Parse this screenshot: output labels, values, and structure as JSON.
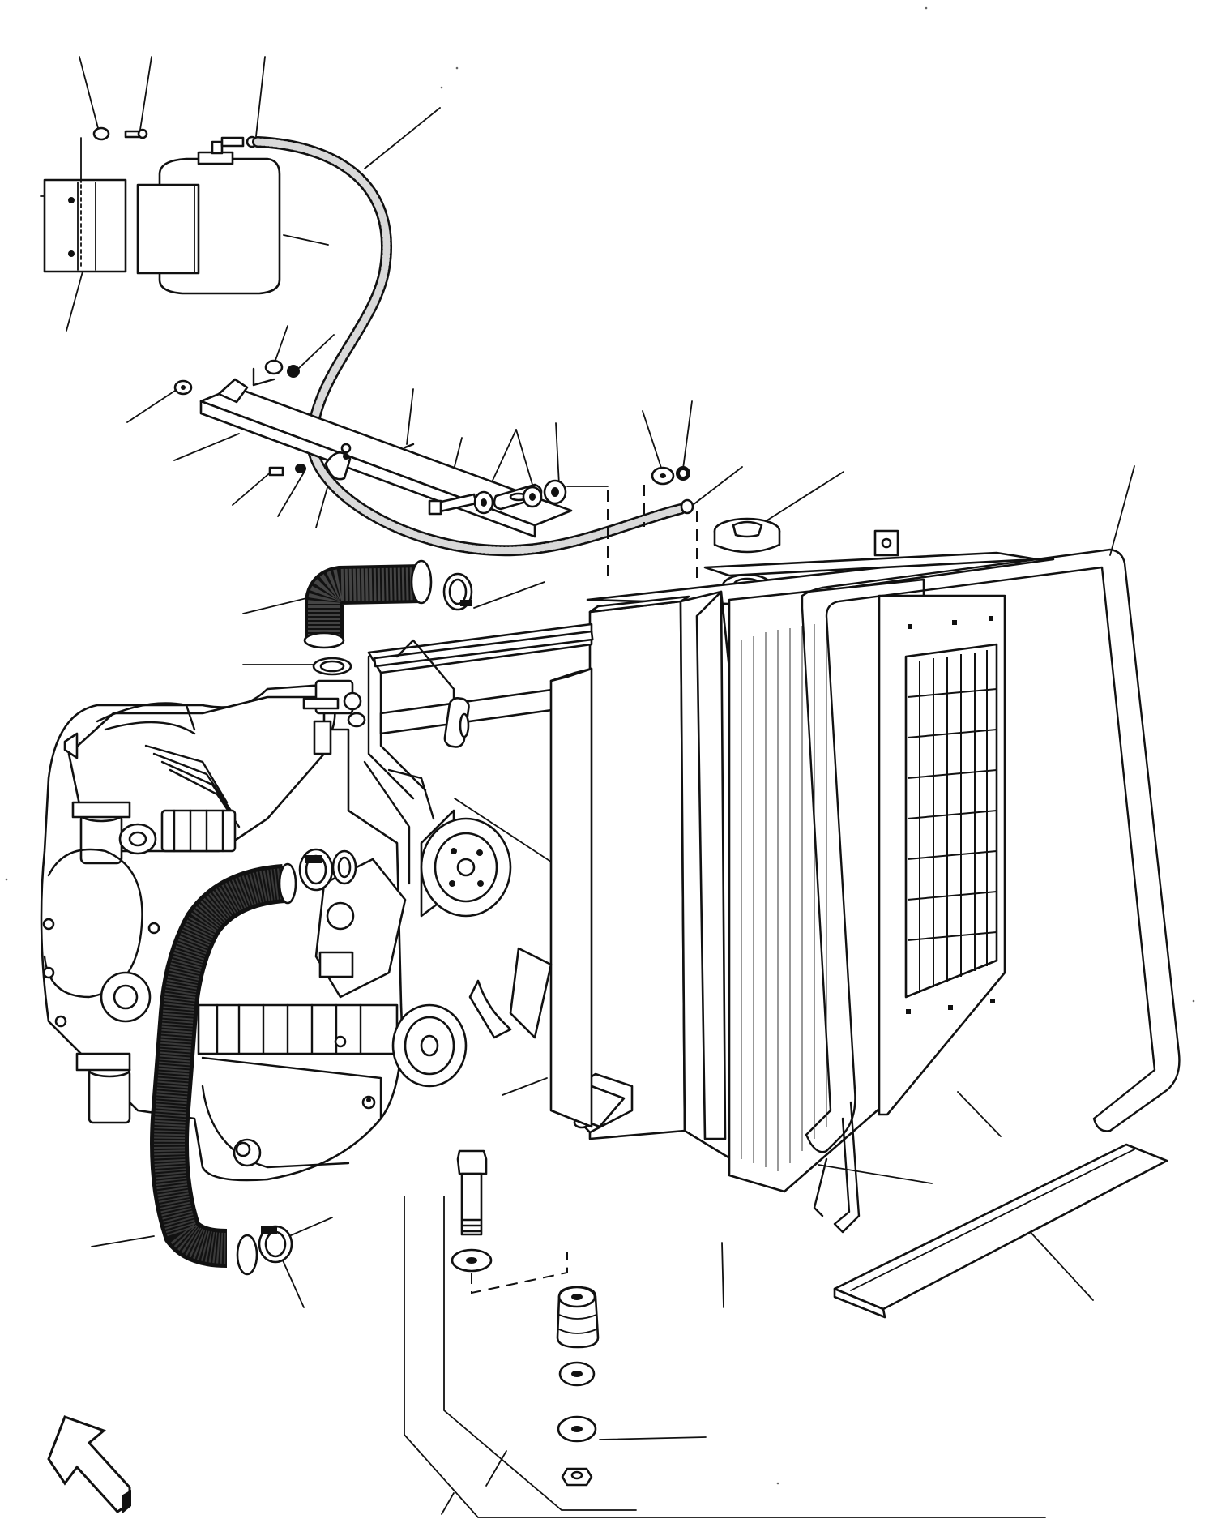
{
  "diagram": {
    "kind": "exploded-parts-view",
    "subject": "radiator-cooling-assembly",
    "colors": {
      "ink": "#111111",
      "paper": "#ffffff",
      "shade": "#9a9a9a"
    },
    "parts": [
      {
        "id": "expansion-tank",
        "icon": "tank"
      },
      {
        "id": "tank-bracket",
        "icon": "bracket"
      },
      {
        "id": "overflow-hose",
        "icon": "hose"
      },
      {
        "id": "mounting-bar",
        "icon": "bar"
      },
      {
        "id": "radiator-cap",
        "icon": "cap"
      },
      {
        "id": "radiator-core",
        "icon": "radiator"
      },
      {
        "id": "fan-shroud",
        "icon": "shroud"
      },
      {
        "id": "grille-screen",
        "icon": "screen"
      },
      {
        "id": "front-guard-frame",
        "icon": "frame"
      },
      {
        "id": "bottom-seal-strip",
        "icon": "strip"
      },
      {
        "id": "upper-hose",
        "icon": "hose"
      },
      {
        "id": "lower-hose",
        "icon": "hose"
      },
      {
        "id": "hose-clamps",
        "icon": "clamp"
      },
      {
        "id": "engine",
        "icon": "engine"
      },
      {
        "id": "mount-bolt",
        "icon": "bolt"
      },
      {
        "id": "rubber-isolator",
        "icon": "isolator"
      },
      {
        "id": "washers-and-nut",
        "icon": "nut"
      }
    ],
    "orientation_marker": {
      "icon": "direction-arrow-icon"
    }
  }
}
